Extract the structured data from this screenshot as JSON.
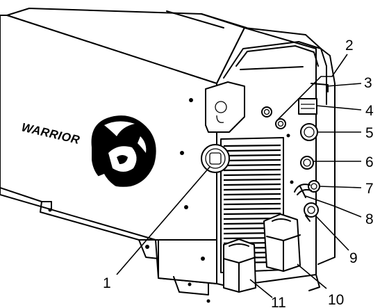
{
  "brand": {
    "text": "WARRIOR"
  },
  "callouts": [
    {
      "id": "1",
      "label": "1"
    },
    {
      "id": "2",
      "label": "2"
    },
    {
      "id": "3",
      "label": "3"
    },
    {
      "id": "4",
      "label": "4"
    },
    {
      "id": "5",
      "label": "5"
    },
    {
      "id": "6",
      "label": "6"
    },
    {
      "id": "7",
      "label": "7"
    },
    {
      "id": "8",
      "label": "8"
    },
    {
      "id": "9",
      "label": "9"
    },
    {
      "id": "10",
      "label": "10"
    },
    {
      "id": "11",
      "label": "11"
    }
  ],
  "colors": {
    "line": "#000000",
    "background": "#ffffff"
  },
  "icons": [
    "esab-logo-icon",
    "phoenix-emblem-icon"
  ]
}
